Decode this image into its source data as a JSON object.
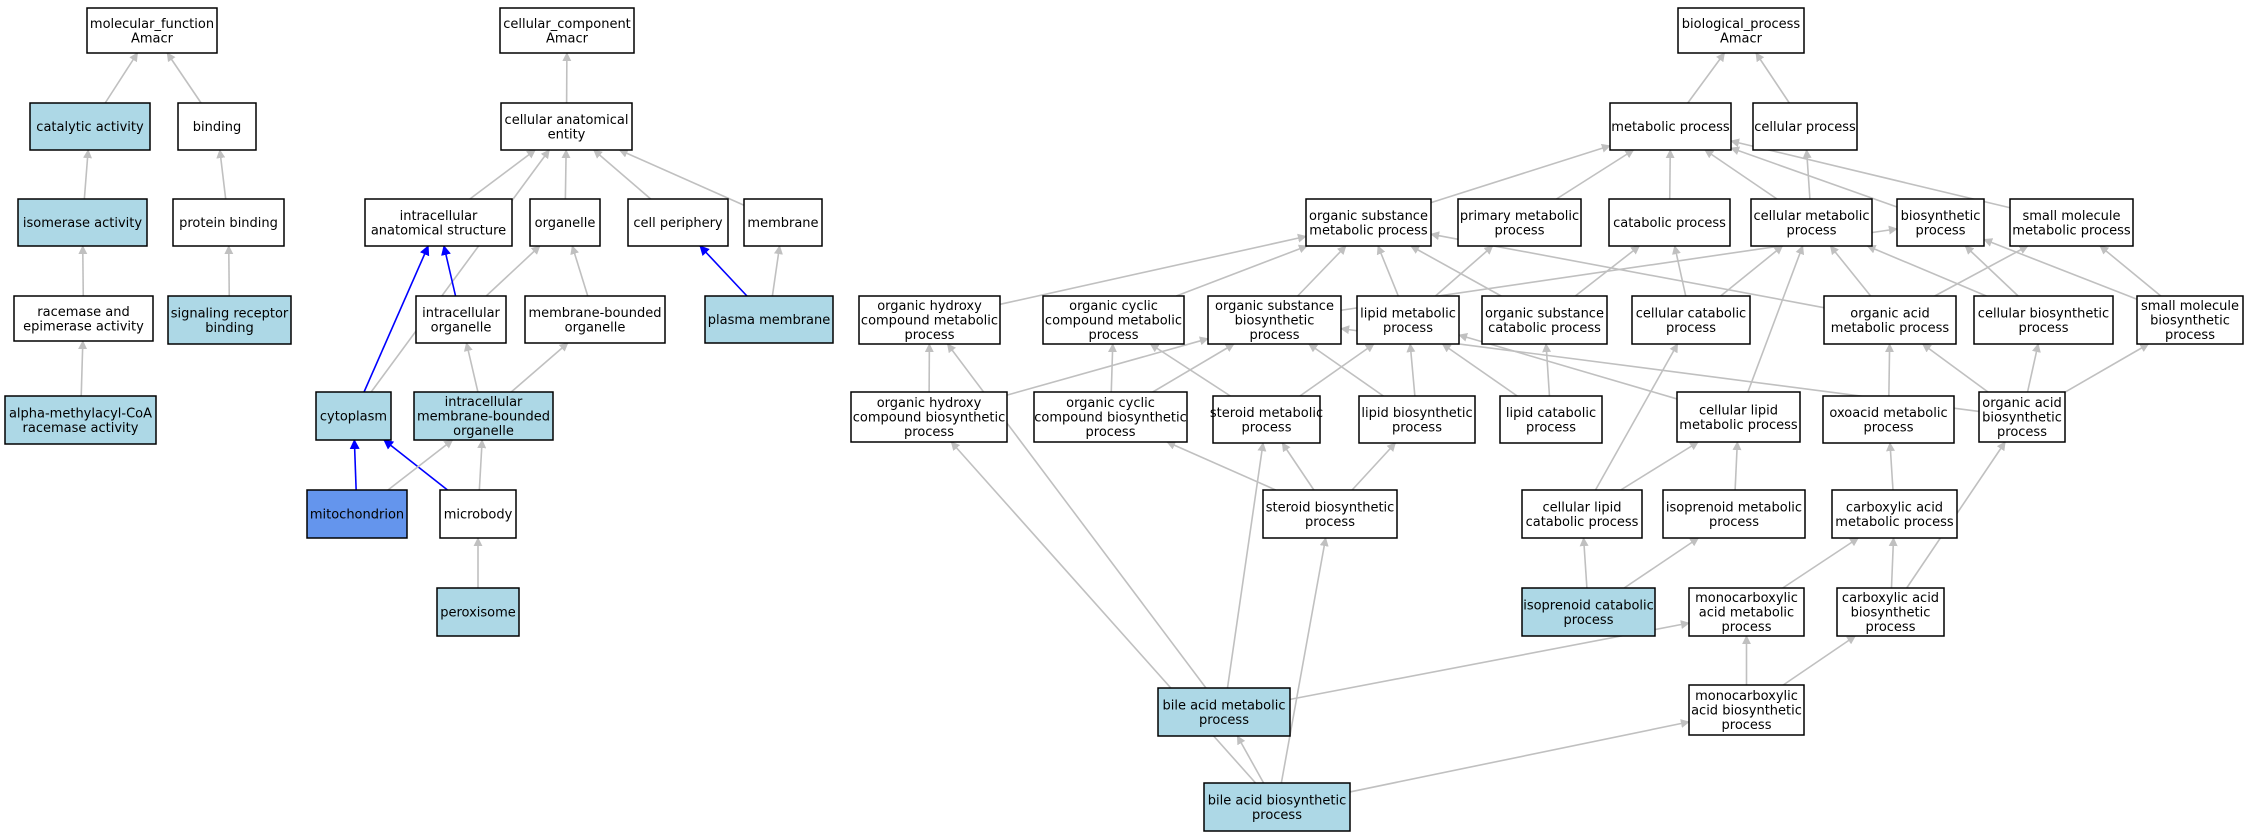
{
  "colors": {
    "default_fill": "#ffffff",
    "highlight_fill": "#add8e6",
    "focus_fill": "#6495ed",
    "edge_gray": "#c0c0c0",
    "edge_blue": "#0000ff"
  },
  "nodes": [
    {
      "id": "mf",
      "lines": [
        "molecular_function",
        "Amacr"
      ],
      "fill": "default"
    },
    {
      "id": "catalytic",
      "lines": [
        "catalytic activity"
      ],
      "fill": "highlight"
    },
    {
      "id": "binding",
      "lines": [
        "binding"
      ],
      "fill": "default"
    },
    {
      "id": "isomerase",
      "lines": [
        "isomerase activity"
      ],
      "fill": "highlight"
    },
    {
      "id": "protein_binding",
      "lines": [
        "protein binding"
      ],
      "fill": "default"
    },
    {
      "id": "racemase",
      "lines": [
        "racemase and",
        "epimerase activity"
      ],
      "fill": "default"
    },
    {
      "id": "signaling",
      "lines": [
        "signaling receptor",
        "binding"
      ],
      "fill": "highlight"
    },
    {
      "id": "amacr_act",
      "lines": [
        "alpha-methylacyl-CoA",
        "racemase activity"
      ],
      "fill": "highlight"
    },
    {
      "id": "cc",
      "lines": [
        "cellular_component",
        "Amacr"
      ],
      "fill": "default"
    },
    {
      "id": "cae",
      "lines": [
        "cellular anatomical",
        "entity"
      ],
      "fill": "default"
    },
    {
      "id": "ias",
      "lines": [
        "intracellular",
        "anatomical structure"
      ],
      "fill": "default"
    },
    {
      "id": "organelle",
      "lines": [
        "organelle"
      ],
      "fill": "default"
    },
    {
      "id": "cell_periphery",
      "lines": [
        "cell periphery"
      ],
      "fill": "default"
    },
    {
      "id": "membrane",
      "lines": [
        "membrane"
      ],
      "fill": "default"
    },
    {
      "id": "ic_organelle",
      "lines": [
        "intracellular",
        "organelle"
      ],
      "fill": "default"
    },
    {
      "id": "mb_organelle",
      "lines": [
        "membrane-bounded",
        "organelle"
      ],
      "fill": "default"
    },
    {
      "id": "plasma_membrane",
      "lines": [
        "plasma membrane"
      ],
      "fill": "highlight"
    },
    {
      "id": "cytoplasm",
      "lines": [
        "cytoplasm"
      ],
      "fill": "highlight"
    },
    {
      "id": "imbo",
      "lines": [
        "intracellular",
        "membrane-bounded",
        "organelle"
      ],
      "fill": "highlight"
    },
    {
      "id": "mitochondrion",
      "lines": [
        "mitochondrion"
      ],
      "fill": "focus"
    },
    {
      "id": "microbody",
      "lines": [
        "microbody"
      ],
      "fill": "default"
    },
    {
      "id": "peroxisome",
      "lines": [
        "peroxisome"
      ],
      "fill": "highlight"
    },
    {
      "id": "bp",
      "lines": [
        "biological_process",
        "Amacr"
      ],
      "fill": "default"
    },
    {
      "id": "metabolic",
      "lines": [
        "metabolic process"
      ],
      "fill": "default"
    },
    {
      "id": "cellular_process",
      "lines": [
        "cellular process"
      ],
      "fill": "default"
    },
    {
      "id": "osmp",
      "lines": [
        "organic substance",
        "metabolic process"
      ],
      "fill": "default"
    },
    {
      "id": "pmp",
      "lines": [
        "primary metabolic",
        "process"
      ],
      "fill": "default"
    },
    {
      "id": "catabolic",
      "lines": [
        "catabolic process"
      ],
      "fill": "default"
    },
    {
      "id": "cmp",
      "lines": [
        "cellular metabolic",
        "process"
      ],
      "fill": "default"
    },
    {
      "id": "biosynthetic",
      "lines": [
        "biosynthetic",
        "process"
      ],
      "fill": "default"
    },
    {
      "id": "smmp",
      "lines": [
        "small molecule",
        "metabolic process"
      ],
      "fill": "default"
    },
    {
      "id": "ohcmp",
      "lines": [
        "organic hydroxy",
        "compound metabolic",
        "process"
      ],
      "fill": "default"
    },
    {
      "id": "occmp",
      "lines": [
        "organic cyclic",
        "compound metabolic",
        "process"
      ],
      "fill": "default"
    },
    {
      "id": "osbp",
      "lines": [
        "organic substance",
        "biosynthetic",
        "process"
      ],
      "fill": "default"
    },
    {
      "id": "lipid_mp",
      "lines": [
        "lipid metabolic",
        "process"
      ],
      "fill": "default"
    },
    {
      "id": "oscp",
      "lines": [
        "organic substance",
        "catabolic process"
      ],
      "fill": "default"
    },
    {
      "id": "ccp",
      "lines": [
        "cellular catabolic",
        "process"
      ],
      "fill": "default"
    },
    {
      "id": "oamp",
      "lines": [
        "organic acid",
        "metabolic process"
      ],
      "fill": "default"
    },
    {
      "id": "cbp",
      "lines": [
        "cellular biosynthetic",
        "process"
      ],
      "fill": "default"
    },
    {
      "id": "smbp",
      "lines": [
        "small molecule",
        "biosynthetic",
        "process"
      ],
      "fill": "default"
    },
    {
      "id": "ohcbp",
      "lines": [
        "organic hydroxy",
        "compound biosynthetic",
        "process"
      ],
      "fill": "default"
    },
    {
      "id": "occbp",
      "lines": [
        "organic cyclic",
        "compound biosynthetic",
        "process"
      ],
      "fill": "default"
    },
    {
      "id": "steroid_mp",
      "lines": [
        "steroid metabolic",
        "process"
      ],
      "fill": "default"
    },
    {
      "id": "lipid_bp",
      "lines": [
        "lipid biosynthetic",
        "process"
      ],
      "fill": "default"
    },
    {
      "id": "lipid_cp",
      "lines": [
        "lipid catabolic",
        "process"
      ],
      "fill": "default"
    },
    {
      "id": "clmp",
      "lines": [
        "cellular lipid",
        "metabolic process"
      ],
      "fill": "default"
    },
    {
      "id": "oxoacid",
      "lines": [
        "oxoacid metabolic",
        "process"
      ],
      "fill": "default"
    },
    {
      "id": "oabp",
      "lines": [
        "organic acid",
        "biosynthetic",
        "process"
      ],
      "fill": "default"
    },
    {
      "id": "steroid_bp",
      "lines": [
        "steroid biosynthetic",
        "process"
      ],
      "fill": "default"
    },
    {
      "id": "clcp",
      "lines": [
        "cellular lipid",
        "catabolic process"
      ],
      "fill": "default"
    },
    {
      "id": "isoprenoid_mp",
      "lines": [
        "isoprenoid metabolic",
        "process"
      ],
      "fill": "default"
    },
    {
      "id": "camp",
      "lines": [
        "carboxylic acid",
        "metabolic process"
      ],
      "fill": "default"
    },
    {
      "id": "isoprenoid_cp",
      "lines": [
        "isoprenoid catabolic",
        "process"
      ],
      "fill": "highlight"
    },
    {
      "id": "mcamp",
      "lines": [
        "monocarboxylic",
        "acid metabolic",
        "process"
      ],
      "fill": "default"
    },
    {
      "id": "cabp",
      "lines": [
        "carboxylic acid",
        "biosynthetic",
        "process"
      ],
      "fill": "default"
    },
    {
      "id": "bamp",
      "lines": [
        "bile acid metabolic",
        "process"
      ],
      "fill": "highlight"
    },
    {
      "id": "mcabp",
      "lines": [
        "monocarboxylic",
        "acid biosynthetic",
        "process"
      ],
      "fill": "default"
    },
    {
      "id": "babp",
      "lines": [
        "bile acid biosynthetic",
        "process"
      ],
      "fill": "highlight"
    }
  ],
  "edges": [
    {
      "from": "catalytic",
      "to": "mf",
      "color": "gray"
    },
    {
      "from": "binding",
      "to": "mf",
      "color": "gray"
    },
    {
      "from": "isomerase",
      "to": "catalytic",
      "color": "gray"
    },
    {
      "from": "protein_binding",
      "to": "binding",
      "color": "gray"
    },
    {
      "from": "racemase",
      "to": "isomerase",
      "color": "gray"
    },
    {
      "from": "signaling",
      "to": "protein_binding",
      "color": "gray"
    },
    {
      "from": "amacr_act",
      "to": "racemase",
      "color": "gray"
    },
    {
      "from": "cae",
      "to": "cc",
      "color": "gray"
    },
    {
      "from": "ias",
      "to": "cae",
      "color": "gray"
    },
    {
      "from": "organelle",
      "to": "cae",
      "color": "gray"
    },
    {
      "from": "cell_periphery",
      "to": "cae",
      "color": "gray"
    },
    {
      "from": "membrane",
      "to": "cae",
      "color": "gray"
    },
    {
      "from": "cytoplasm",
      "to": "cae",
      "color": "gray"
    },
    {
      "from": "ic_organelle",
      "to": "organelle",
      "color": "gray"
    },
    {
      "from": "mb_organelle",
      "to": "organelle",
      "color": "gray"
    },
    {
      "from": "plasma_membrane",
      "to": "cell_periphery",
      "color": "blue"
    },
    {
      "from": "plasma_membrane",
      "to": "membrane",
      "color": "gray"
    },
    {
      "from": "cytoplasm",
      "to": "ias",
      "color": "blue"
    },
    {
      "from": "ic_organelle",
      "to": "ias",
      "color": "blue"
    },
    {
      "from": "imbo",
      "to": "ic_organelle",
      "color": "gray"
    },
    {
      "from": "imbo",
      "to": "mb_organelle",
      "color": "gray"
    },
    {
      "from": "mitochondrion",
      "to": "cytoplasm",
      "color": "blue"
    },
    {
      "from": "microbody",
      "to": "cytoplasm",
      "color": "blue"
    },
    {
      "from": "mitochondrion",
      "to": "imbo",
      "color": "gray"
    },
    {
      "from": "microbody",
      "to": "imbo",
      "color": "gray"
    },
    {
      "from": "peroxisome",
      "to": "microbody",
      "color": "gray"
    },
    {
      "from": "metabolic",
      "to": "bp",
      "color": "gray"
    },
    {
      "from": "cellular_process",
      "to": "bp",
      "color": "gray"
    },
    {
      "from": "osmp",
      "to": "metabolic",
      "color": "gray"
    },
    {
      "from": "pmp",
      "to": "metabolic",
      "color": "gray"
    },
    {
      "from": "catabolic",
      "to": "metabolic",
      "color": "gray"
    },
    {
      "from": "cmp",
      "to": "metabolic",
      "color": "gray"
    },
    {
      "from": "cmp",
      "to": "cellular_process",
      "color": "gray"
    },
    {
      "from": "biosynthetic",
      "to": "metabolic",
      "color": "gray"
    },
    {
      "from": "smmp",
      "to": "metabolic",
      "color": "gray"
    },
    {
      "from": "ohcmp",
      "to": "osmp",
      "color": "gray"
    },
    {
      "from": "occmp",
      "to": "osmp",
      "color": "gray"
    },
    {
      "from": "osbp",
      "to": "osmp",
      "color": "gray"
    },
    {
      "from": "osbp",
      "to": "biosynthetic",
      "color": "gray"
    },
    {
      "from": "lipid_mp",
      "to": "osmp",
      "color": "gray"
    },
    {
      "from": "lipid_mp",
      "to": "pmp",
      "color": "gray"
    },
    {
      "from": "oscp",
      "to": "osmp",
      "color": "gray"
    },
    {
      "from": "oscp",
      "to": "catabolic",
      "color": "gray"
    },
    {
      "from": "ccp",
      "to": "catabolic",
      "color": "gray"
    },
    {
      "from": "ccp",
      "to": "cmp",
      "color": "gray"
    },
    {
      "from": "oamp",
      "to": "osmp",
      "color": "gray"
    },
    {
      "from": "oamp",
      "to": "cmp",
      "color": "gray"
    },
    {
      "from": "oamp",
      "to": "smmp",
      "color": "gray"
    },
    {
      "from": "cbp",
      "to": "cmp",
      "color": "gray"
    },
    {
      "from": "cbp",
      "to": "biosynthetic",
      "color": "gray"
    },
    {
      "from": "smbp",
      "to": "smmp",
      "color": "gray"
    },
    {
      "from": "smbp",
      "to": "biosynthetic",
      "color": "gray"
    },
    {
      "from": "ohcbp",
      "to": "ohcmp",
      "color": "gray"
    },
    {
      "from": "ohcbp",
      "to": "osbp",
      "color": "gray"
    },
    {
      "from": "occbp",
      "to": "occmp",
      "color": "gray"
    },
    {
      "from": "occbp",
      "to": "osbp",
      "color": "gray"
    },
    {
      "from": "steroid_mp",
      "to": "occmp",
      "color": "gray"
    },
    {
      "from": "steroid_mp",
      "to": "lipid_mp",
      "color": "gray"
    },
    {
      "from": "lipid_bp",
      "to": "lipid_mp",
      "color": "gray"
    },
    {
      "from": "lipid_bp",
      "to": "osbp",
      "color": "gray"
    },
    {
      "from": "lipid_cp",
      "to": "lipid_mp",
      "color": "gray"
    },
    {
      "from": "lipid_cp",
      "to": "oscp",
      "color": "gray"
    },
    {
      "from": "clmp",
      "to": "lipid_mp",
      "color": "gray"
    },
    {
      "from": "clmp",
      "to": "cmp",
      "color": "gray"
    },
    {
      "from": "oxoacid",
      "to": "oamp",
      "color": "gray"
    },
    {
      "from": "oabp",
      "to": "oamp",
      "color": "gray"
    },
    {
      "from": "oabp",
      "to": "cbp",
      "color": "gray"
    },
    {
      "from": "oabp",
      "to": "smbp",
      "color": "gray"
    },
    {
      "from": "oabp",
      "to": "osbp",
      "color": "gray"
    },
    {
      "from": "steroid_bp",
      "to": "steroid_mp",
      "color": "gray"
    },
    {
      "from": "steroid_bp",
      "to": "lipid_bp",
      "color": "gray"
    },
    {
      "from": "steroid_bp",
      "to": "occbp",
      "color": "gray"
    },
    {
      "from": "clcp",
      "to": "clmp",
      "color": "gray"
    },
    {
      "from": "clcp",
      "to": "ccp",
      "color": "gray"
    },
    {
      "from": "isoprenoid_mp",
      "to": "clmp",
      "color": "gray"
    },
    {
      "from": "camp",
      "to": "oxoacid",
      "color": "gray"
    },
    {
      "from": "isoprenoid_cp",
      "to": "isoprenoid_mp",
      "color": "gray"
    },
    {
      "from": "isoprenoid_cp",
      "to": "clcp",
      "color": "gray"
    },
    {
      "from": "mcamp",
      "to": "camp",
      "color": "gray"
    },
    {
      "from": "cabp",
      "to": "camp",
      "color": "gray"
    },
    {
      "from": "cabp",
      "to": "oabp",
      "color": "gray"
    },
    {
      "from": "bamp",
      "to": "mcamp",
      "color": "gray"
    },
    {
      "from": "bamp",
      "to": "steroid_mp",
      "color": "gray"
    },
    {
      "from": "bamp",
      "to": "ohcmp",
      "color": "gray"
    },
    {
      "from": "mcabp",
      "to": "mcamp",
      "color": "gray"
    },
    {
      "from": "mcabp",
      "to": "cabp",
      "color": "gray"
    },
    {
      "from": "babp",
      "to": "bamp",
      "color": "gray"
    },
    {
      "from": "babp",
      "to": "mcabp",
      "color": "gray"
    },
    {
      "from": "babp",
      "to": "steroid_bp",
      "color": "gray"
    },
    {
      "from": "babp",
      "to": "ohcbp",
      "color": "gray"
    }
  ]
}
